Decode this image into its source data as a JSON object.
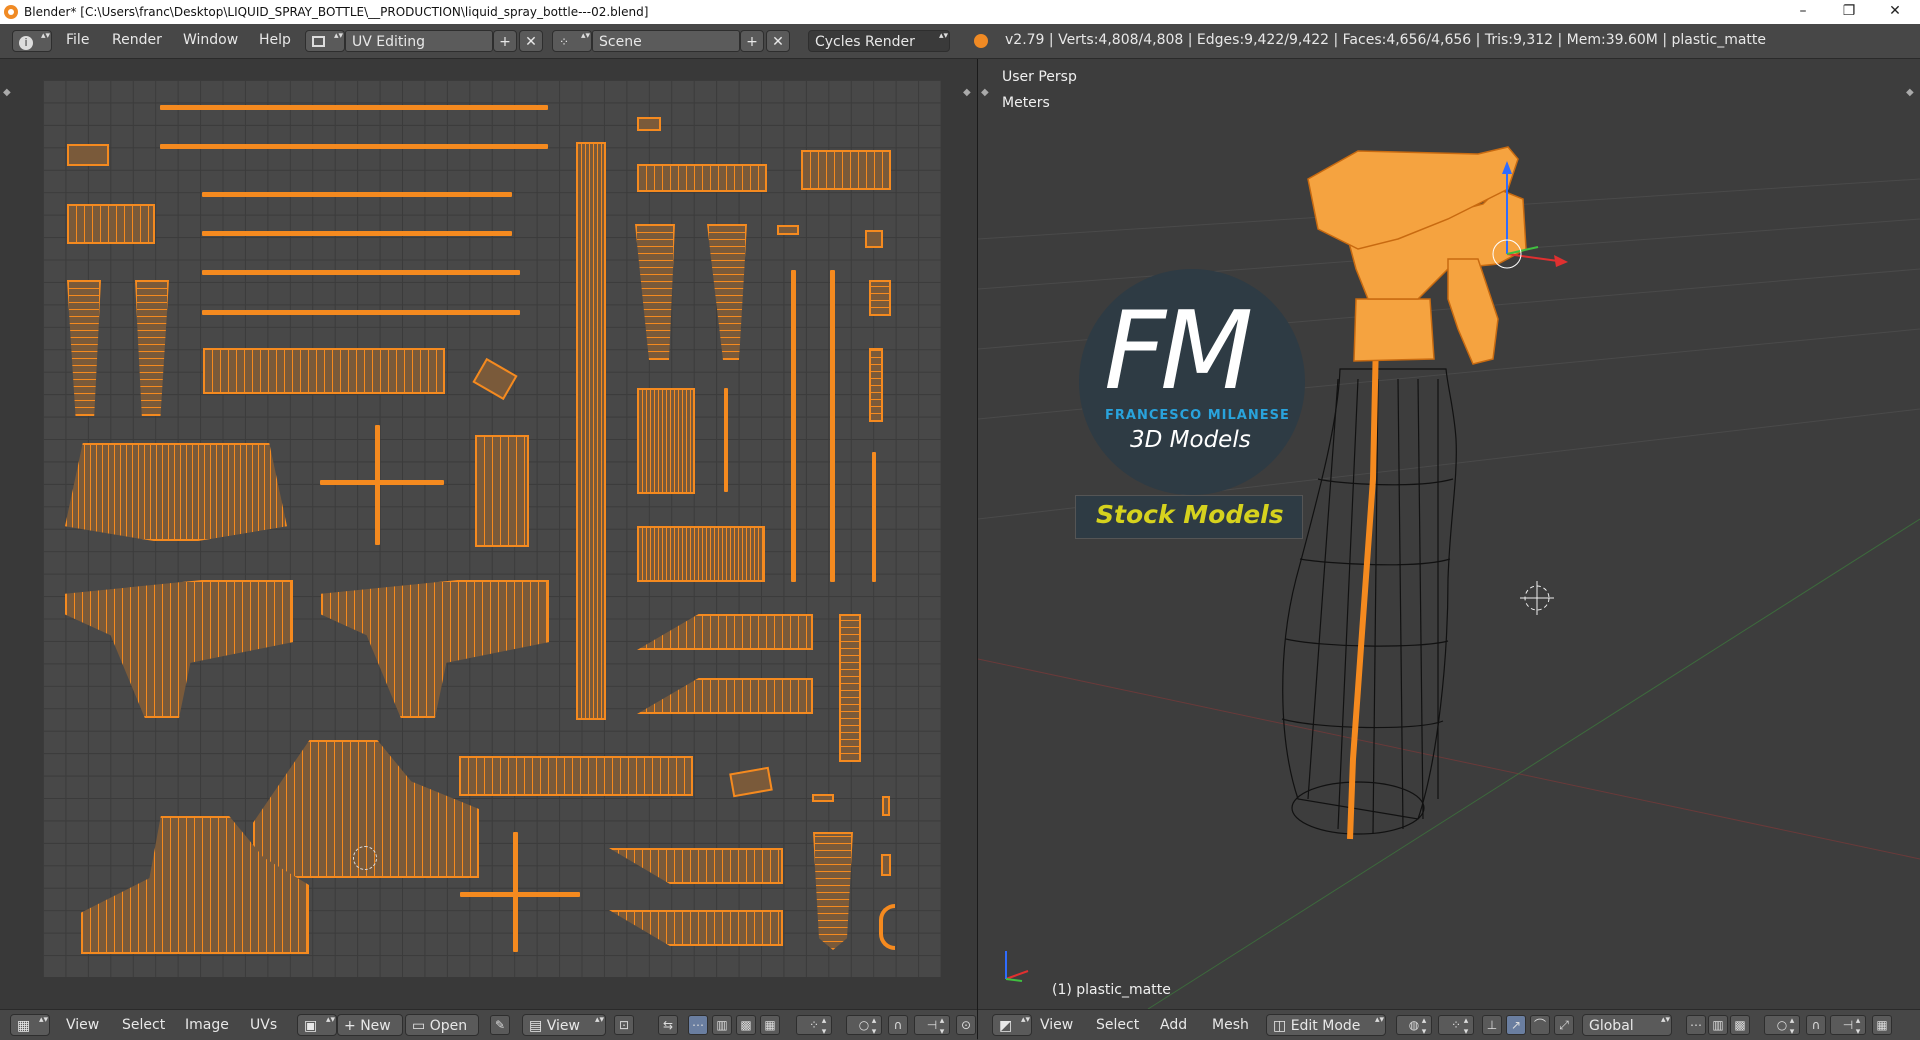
{
  "titlebar": {
    "title": "Blender* [C:\\Users\\franc\\Desktop\\LIQUID_SPRAY_BOTTLE\\__PRODUCTION\\liquid_spray_bottle---02.blend]",
    "minimize": "–",
    "restore": "❐",
    "close": "✕"
  },
  "infobar": {
    "info_icon": "i",
    "menus": [
      "File",
      "Render",
      "Window",
      "Help"
    ],
    "screen_layout": "UV Editing",
    "scene": "Scene",
    "engine": "Cycles Render",
    "stats": "v2.79 | Verts:4,808/4,808 | Edges:9,422/9,422 | Faces:4,656/4,656 | Tris:9,312 | Mem:39.60M | plastic_matte"
  },
  "viewport": {
    "view_name": "User Persp",
    "units": "Meters",
    "object_label": "(1) plastic_matte",
    "logo": {
      "letters": "FM",
      "name": "FRANCESCO MILANESE",
      "subtitle": "3D Models",
      "banner": "Stock Models"
    }
  },
  "uv_footer": {
    "menus": [
      "View",
      "Select",
      "Image",
      "UVs"
    ],
    "new_label": "New",
    "open_label": "Open",
    "view_label": "View"
  },
  "vp_footer": {
    "menus": [
      "View",
      "Select",
      "Add",
      "Mesh"
    ],
    "mode": "Edit Mode",
    "orientation": "Global"
  },
  "colors": {
    "accent_orange": "#f58a1f",
    "wire_black": "#111111",
    "logo_blue": "#29a3dc",
    "logo_yellow": "#d6d21e"
  }
}
